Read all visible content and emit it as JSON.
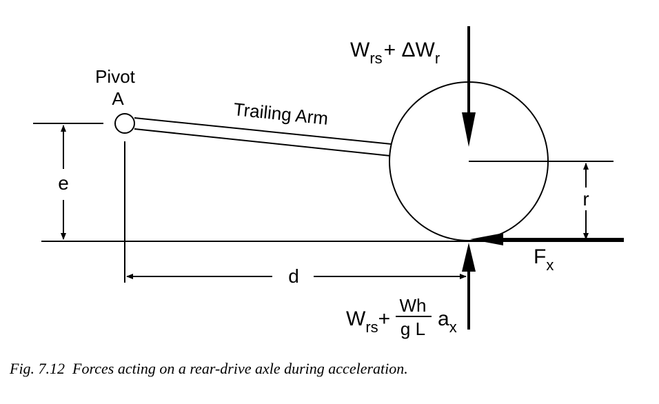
{
  "labels": {
    "pivot": "Pivot",
    "pivot_point": "A",
    "arm": "Trailing Arm",
    "e": "e",
    "r": "r",
    "d": "d"
  },
  "force_top": {
    "W": "W",
    "sub1": "rs",
    "plus_delta": "+ ΔW",
    "sub2": "r"
  },
  "force_fx": {
    "F": "F",
    "sub": "x"
  },
  "force_bottom": {
    "W": "W",
    "sub1": "rs",
    "plus": "+",
    "num": "Wh",
    "den": "g L",
    "a": "a",
    "sub2": "x"
  },
  "caption": "Fig. 7.12  Forces acting on a rear-drive axle during acceleration."
}
